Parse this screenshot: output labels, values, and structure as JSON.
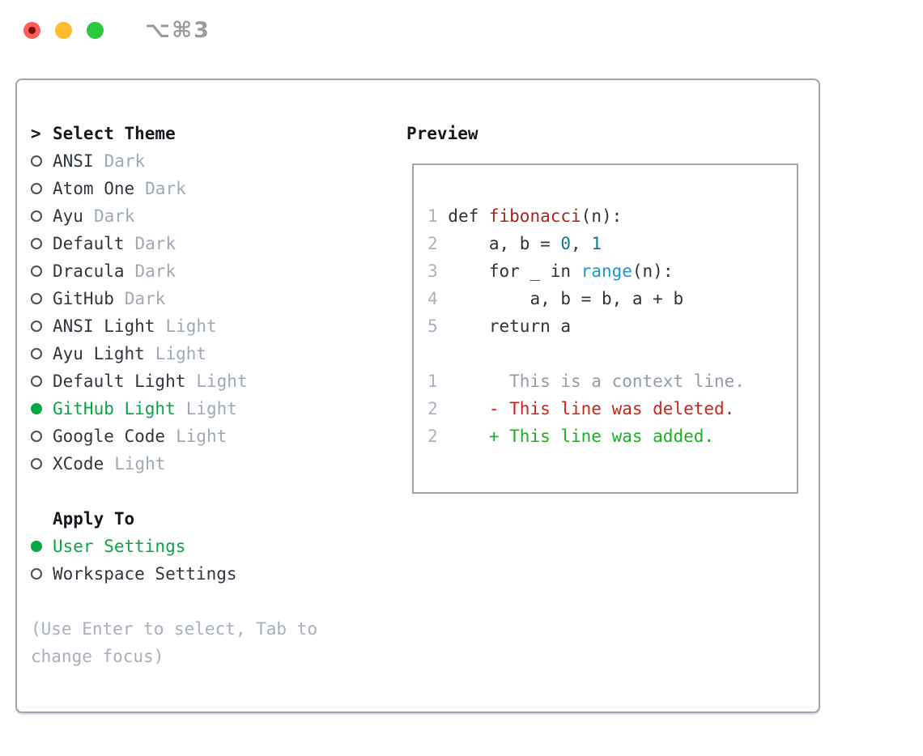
{
  "titlebar": {
    "shortcut_label": "⌥⌘3"
  },
  "theme_picker": {
    "prompt": ">",
    "title": "Select Theme",
    "items": [
      {
        "name": "ANSI",
        "variant": "Dark",
        "selected": false
      },
      {
        "name": "Atom One",
        "variant": "Dark",
        "selected": false
      },
      {
        "name": "Ayu",
        "variant": "Dark",
        "selected": false
      },
      {
        "name": "Default",
        "variant": "Dark",
        "selected": false
      },
      {
        "name": "Dracula",
        "variant": "Dark",
        "selected": false
      },
      {
        "name": "GitHub",
        "variant": "Dark",
        "selected": false
      },
      {
        "name": "ANSI Light",
        "variant": "Light",
        "selected": false
      },
      {
        "name": "Ayu Light",
        "variant": "Light",
        "selected": false
      },
      {
        "name": "Default Light",
        "variant": "Light",
        "selected": false
      },
      {
        "name": "GitHub Light",
        "variant": "Light",
        "selected": true
      },
      {
        "name": "Google Code",
        "variant": "Light",
        "selected": false
      },
      {
        "name": "XCode",
        "variant": "Light",
        "selected": false
      }
    ],
    "apply_to": {
      "title": "Apply To",
      "options": [
        {
          "label": "User Settings",
          "selected": true
        },
        {
          "label": "Workspace Settings",
          "selected": false
        }
      ]
    },
    "hint": "(Use Enter to select, Tab to change focus)"
  },
  "preview": {
    "title": "Preview",
    "lines": [
      [
        {
          "t": "1 ",
          "c": "num"
        },
        {
          "t": "def ",
          "c": "fg"
        },
        {
          "t": "fibonacci",
          "c": "red"
        },
        {
          "t": "(n):",
          "c": "fg"
        }
      ],
      [
        {
          "t": "2 ",
          "c": "num"
        },
        {
          "t": "    a, b = ",
          "c": "fg"
        },
        {
          "t": "0",
          "c": "teal"
        },
        {
          "t": ", ",
          "c": "fg"
        },
        {
          "t": "1",
          "c": "teal"
        }
      ],
      [
        {
          "t": "3 ",
          "c": "num"
        },
        {
          "t": "    for _ in ",
          "c": "fg"
        },
        {
          "t": "range",
          "c": "blue"
        },
        {
          "t": "(n):",
          "c": "fg"
        }
      ],
      [
        {
          "t": "4 ",
          "c": "num"
        },
        {
          "t": "        a, b = b, a + b",
          "c": "fg"
        }
      ],
      [
        {
          "t": "5 ",
          "c": "num"
        },
        {
          "t": "    return a",
          "c": "fg"
        }
      ],
      [],
      [
        {
          "t": "1 ",
          "c": "num"
        },
        {
          "t": "      This is a context line.",
          "c": "ctx"
        }
      ],
      [
        {
          "t": "2 ",
          "c": "num"
        },
        {
          "t": "    - This line was deleted.",
          "c": "del"
        }
      ],
      [
        {
          "t": "2 ",
          "c": "num"
        },
        {
          "t": "    + This line was added.",
          "c": "add"
        }
      ]
    ]
  },
  "colors": {
    "accent_green": "#0aa546",
    "added_green": "#16b41e",
    "deleted_red": "#cf241c",
    "keyword_red": "#b0211a",
    "number_teal": "#0d7d89",
    "builtin_blue": "#189ad6",
    "gutter_gray": "#a9b3bf",
    "context_gray": "#949ea8",
    "border_gray": "#9ca6b0",
    "muted": "#9faab8",
    "hint": "#a7b0bc",
    "light_red": "#ff5f57",
    "light_yellow": "#febc2e",
    "light_green": "#28c840"
  }
}
